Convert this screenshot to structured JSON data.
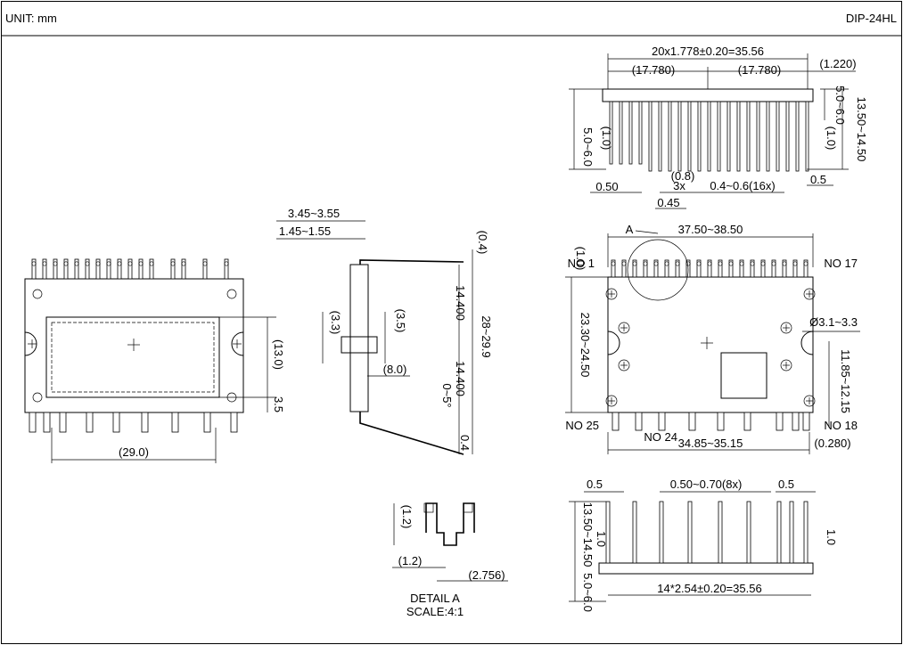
{
  "header": {
    "unit": "UNIT: mm",
    "package": "DIP-24HL"
  },
  "front_view": {
    "body_width": "37.50~38.50",
    "body_height": "23.30~24.50",
    "hole": "Ø3.1~3.3",
    "hole_pitch": "11.85~12.15",
    "pin_row_width": "34.85~35.15",
    "offset": "(0.280)",
    "pin1": "NO 1",
    "pin17": "NO 17",
    "pin18": "NO 18",
    "pin24": "NO 24",
    "pin25": "NO 25",
    "detail_ref": "A",
    "top_offset": "(1.0)"
  },
  "top_pins": {
    "pitch": "20x1.778±0.20=35.56",
    "half_left": "(17.780)",
    "half_right": "(17.780)",
    "end_offset": "(1.220)",
    "pin_len": "13.50~14.50",
    "pin_stub": "5.0~6.0",
    "stub_right": "5.0~6.0",
    "small_right": "(1.0)",
    "small_left": "(1.0)",
    "w050": "0.50",
    "w08": "(0.8)",
    "w3x": "3x",
    "w045": "0.45",
    "w04_06": "0.4~0.6(16x)",
    "w05": "0.5"
  },
  "bottom_pins": {
    "w05_left": "0.5",
    "w050_070": "0.50~0.70(8x)",
    "w05_right": "0.5",
    "pin_len": "13.50~14.50",
    "pin_stub": "5.0~6.0",
    "small": "1.0",
    "small2": "1.0",
    "pitch": "14*2.54±0.20=35.56"
  },
  "side_view": {
    "t1": "3.45~3.55",
    "t2": "1.45~1.55",
    "top_gap": "(0.4)",
    "h1": "14.400",
    "h2": "14.400",
    "total": "28~29.9",
    "w_left": "(3.3)",
    "w_right": "(3.5)",
    "w_mid": "(8.0)",
    "angle": "0~5°",
    "bottom": "0.4"
  },
  "back_view": {
    "width": "(29.0)",
    "height": "(13.0)",
    "edge": "3.5"
  },
  "detail": {
    "d1": "(1.2)",
    "d2": "(1.2)",
    "d3": "(2.756)",
    "title": "DETAIL A",
    "scale": "SCALE:4:1"
  }
}
